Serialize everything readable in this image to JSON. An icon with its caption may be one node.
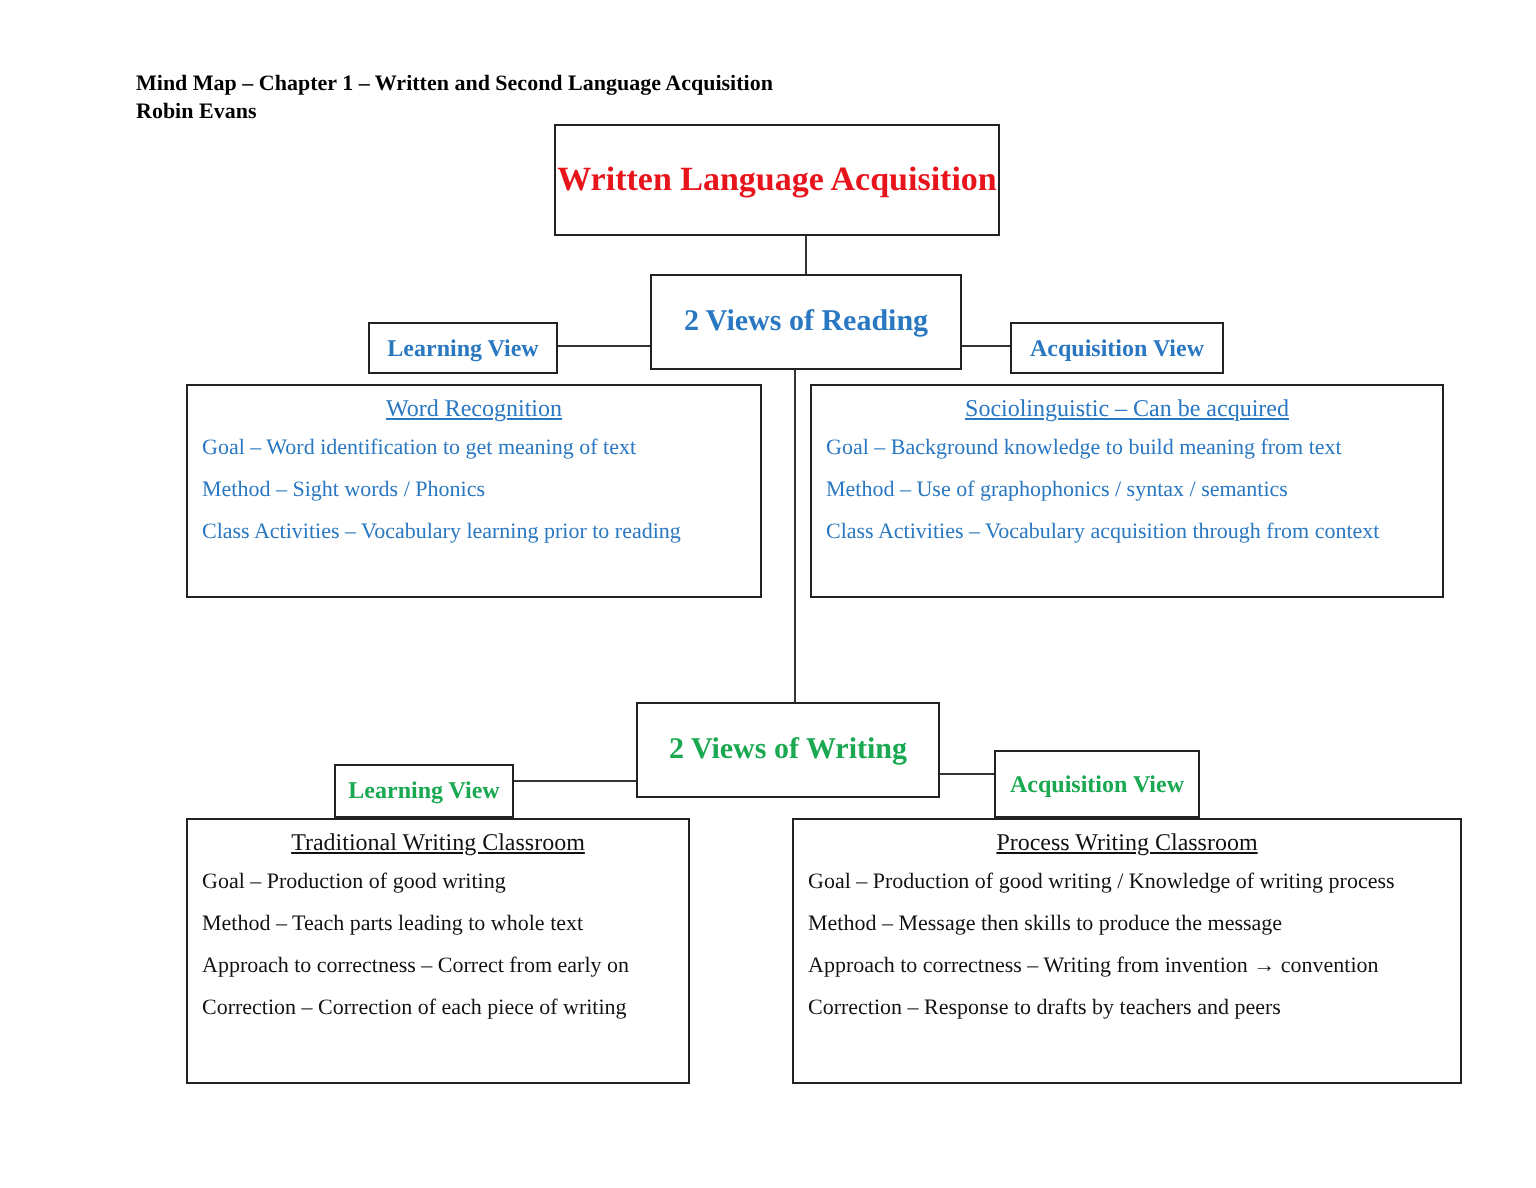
{
  "diagram": {
    "title": "Mind Map – Chapter 1 – Written and Second Language Acquisition",
    "nodes": [
      {
        "text": [
          "Written Language Acquisition"
        ]
      },
      {
        "text": [
          "2 Views of Reading"
        ]
      },
      {
        "text": [
          "Learning View"
        ]
      },
      {
        "text": [
          "Acquisition View"
        ]
      },
      {
        "text": [
          "Word Recognition",
          "Goal – Word identification to get meaning of text",
          "Method – Sight words / Phonics",
          "Class Activities – Vocabulary learning prior to reading"
        ]
      },
      {
        "text": [
          "Sociolinguistic – Can be acquired",
          "Goal – Background knowledge to build meaning from text",
          "Method – Use of graphophonics / syntax / semantics",
          "Class Activities – Vocabulary acquisition through from context"
        ]
      },
      {
        "text": [
          "2 Views of Writing"
        ]
      },
      {
        "text": [
          "Learning View"
        ]
      },
      {
        "text": [
          "Acquisition View"
        ]
      },
      {
        "text": [
          "Traditional Writing Classroom",
          "Goal – Production of good writing",
          "Method – Teach parts leading to whole text",
          "Approach to correctness – Correct from early on",
          "Correction – Correction of each piece of writing"
        ]
      },
      {
        "text": [
          "Process Writing Classroom",
          "Goal – Production of good writing / Knowledge of writing process",
          "Method – Message then skills to produce the message",
          "Approach to correctness – Writing from invention → convention",
          "Correction – Response to drafts by teachers and peers"
        ]
      }
    ],
    "edges": [
      {
        "from": 0,
        "to": 1,
        "arrow": "none"
      },
      {
        "from": 1,
        "to": 2,
        "arrow": "none"
      },
      {
        "from": 1,
        "to": 3,
        "arrow": "none"
      },
      {
        "from": 1,
        "to": 6,
        "arrow": "none"
      },
      {
        "from": 6,
        "to": 7,
        "arrow": "none"
      },
      {
        "from": 6,
        "to": 8,
        "arrow": "none"
      }
    ],
    "labels": [
      "Robin Evans"
    ]
  }
}
